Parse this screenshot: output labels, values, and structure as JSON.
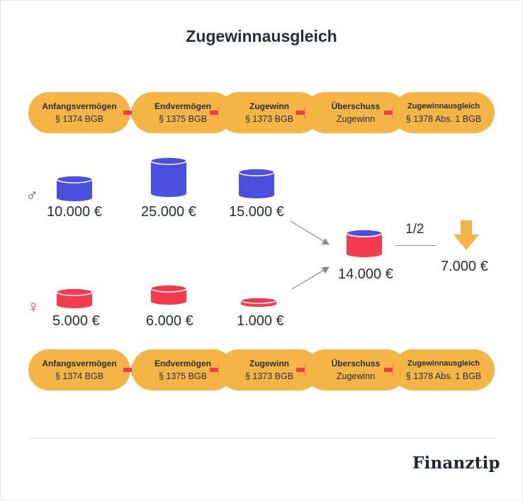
{
  "title": "Zugewinnausgleich",
  "steps": [
    {
      "label": "Anfangsvermögen",
      "ref": "§ 1374 BGB"
    },
    {
      "label": "Endvermögen",
      "ref": "§ 1375 BGB"
    },
    {
      "label": "Zugewinn",
      "ref": "§ 1373 BGB"
    },
    {
      "label": "Überschuss",
      "ref": "Zugewinn"
    },
    {
      "label": "Zugewinnausgleich",
      "ref": "§ 1378 Abs. 1 BGB"
    }
  ],
  "male": {
    "symbol": "♂",
    "color": "#4a4fe0",
    "amounts": [
      "10.000 €",
      "25.000 €",
      "15.000 €"
    ],
    "values": [
      10000,
      25000,
      15000
    ]
  },
  "female": {
    "symbol": "♀",
    "color": "#f23b4c",
    "amounts": [
      "5.000 €",
      "6.000 €",
      "1.000 €"
    ],
    "values": [
      5000,
      6000,
      1000
    ]
  },
  "surplus": {
    "amount": "14.000 €",
    "value": 14000
  },
  "split": {
    "label": "1/2"
  },
  "result": {
    "amount": "7.000 €",
    "value": 7000
  },
  "colors": {
    "pill": "#f5b446",
    "arrow": "#f23b4c",
    "result_arrow": "#f5b446"
  },
  "brand": "Finanztip"
}
